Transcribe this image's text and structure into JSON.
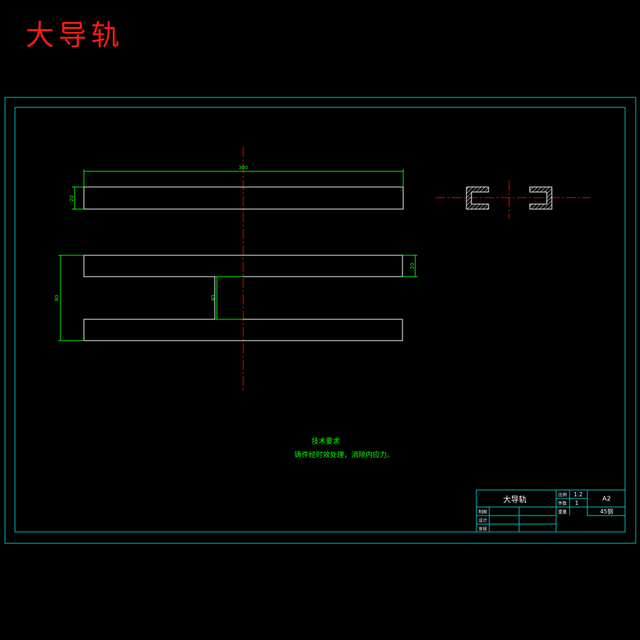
{
  "heading": "大导轨",
  "dimensions": {
    "length": "300",
    "height_top": "20",
    "height_right": "20",
    "overall": "80",
    "gap": "40"
  },
  "notes": {
    "title": "技术要求",
    "line1": "铸件经时效处理，消除内应力。"
  },
  "title_block": {
    "part_name": "大导轨",
    "scale_label": "比例",
    "scale_value": "1:2",
    "qty_label": "件数",
    "qty_value": "1",
    "sheet_size": "A2",
    "material_label": "重量",
    "material_value": "45钢",
    "drawn_label": "制图",
    "design_label": "设计",
    "check_label": "审核"
  },
  "colors": {
    "border": "#00cccc",
    "outline": "#ffffff",
    "dimension": "#00ff00",
    "centerline": "#ff0000",
    "section_hatch": "#ffffff"
  }
}
